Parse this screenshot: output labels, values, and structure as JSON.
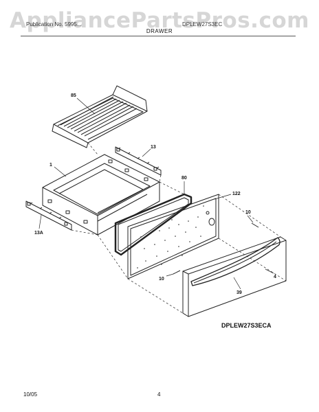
{
  "watermark": "AppliancePartsPros.com",
  "header": {
    "left": "Publication No. 5995...",
    "right": "DPLEW27S3EC",
    "section_title": "DRAWER"
  },
  "callouts": {
    "rack": "85",
    "side_rail_right": "13",
    "drawer_pan": "1",
    "gasket": "80",
    "inner_panel": "122",
    "screw_right": "10",
    "side_rail_left": "13A",
    "screw_bottom": "10",
    "handle": "39",
    "drawer_front": "4"
  },
  "model_code": "DPLEW27S3ECA",
  "footer": {
    "date": "10/05",
    "page": "4"
  }
}
